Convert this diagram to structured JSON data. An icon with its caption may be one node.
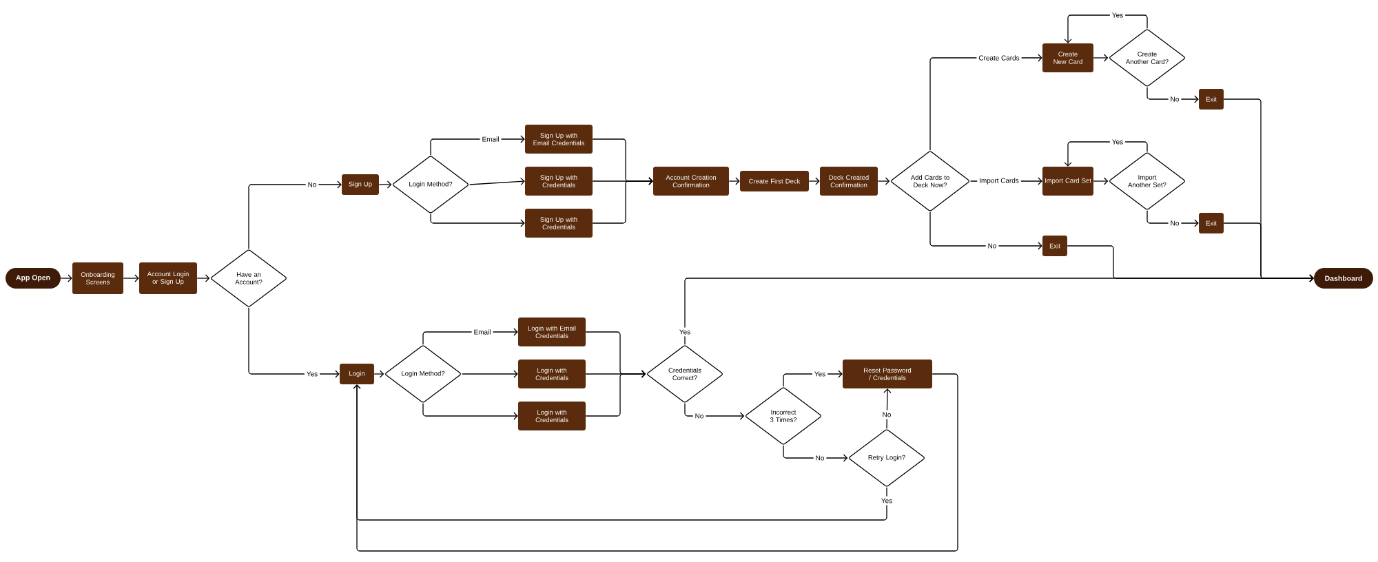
{
  "diagram": {
    "nodes": [
      {
        "text": [
          "App Open"
        ]
      },
      {
        "text": [
          "Onboarding Screens"
        ]
      },
      {
        "text": [
          "Account Login or Sign Up"
        ]
      },
      {
        "text": [
          "Have an Account?"
        ]
      },
      {
        "text": [
          "Sign Up"
        ]
      },
      {
        "text": [
          "Login Method?"
        ]
      },
      {
        "text": [
          "Sign Up with Email Credentials"
        ]
      },
      {
        "text": [
          "Sign Up with Credentials"
        ]
      },
      {
        "text": [
          "Sign Up with Credentials"
        ]
      },
      {
        "text": [
          "Account Creation Confirmation"
        ]
      },
      {
        "text": [
          "Create First Deck"
        ]
      },
      {
        "text": [
          "Deck Created Confirmation"
        ]
      },
      {
        "text": [
          "Add Cards to Deck Now?"
        ]
      },
      {
        "text": [
          "Create New Card"
        ]
      },
      {
        "text": [
          "Create Another Card?"
        ]
      },
      {
        "text": [
          "Exit"
        ]
      },
      {
        "text": [
          "Import Card Set"
        ]
      },
      {
        "text": [
          "Import Another Set?"
        ]
      },
      {
        "text": [
          "Exit"
        ]
      },
      {
        "text": [
          "Exit"
        ]
      },
      {
        "text": [
          "Dashboard"
        ]
      },
      {
        "text": [
          "Login"
        ]
      },
      {
        "text": [
          "Login Method?"
        ]
      },
      {
        "text": [
          "Login with Email Credentials"
        ]
      },
      {
        "text": [
          "Login with Credentials"
        ]
      },
      {
        "text": [
          "Login with Credentials"
        ]
      },
      {
        "text": [
          "Credentials Correct?"
        ]
      },
      {
        "text": [
          "Incorrect 3 Times?"
        ]
      },
      {
        "text": [
          "Reset Password / Credentials"
        ]
      },
      {
        "text": [
          "Retry Login?"
        ]
      }
    ],
    "edges": [
      {
        "from": 0,
        "to": 1,
        "arrow": "to"
      },
      {
        "from": 1,
        "to": 2,
        "arrow": "to"
      },
      {
        "from": 2,
        "to": 3,
        "arrow": "to"
      },
      {
        "from": 3,
        "to": 4,
        "arrow": "to",
        "label": "No"
      },
      {
        "from": 3,
        "to": 21,
        "arrow": "to",
        "label": "Yes"
      },
      {
        "from": 4,
        "to": 5,
        "arrow": "to"
      },
      {
        "from": 5,
        "to": 6,
        "arrow": "to",
        "label": "Email"
      },
      {
        "from": 5,
        "to": 7,
        "arrow": "to"
      },
      {
        "from": 5,
        "to": 8,
        "arrow": "to"
      },
      {
        "from": 6,
        "to": 9,
        "arrow": "to"
      },
      {
        "from": 7,
        "to": 9,
        "arrow": "to"
      },
      {
        "from": 8,
        "to": 9,
        "arrow": "to"
      },
      {
        "from": 9,
        "to": 10,
        "arrow": "to"
      },
      {
        "from": 10,
        "to": 11,
        "arrow": "to"
      },
      {
        "from": 11,
        "to": 12,
        "arrow": "to"
      },
      {
        "from": 12,
        "to": 13,
        "arrow": "to",
        "label": "Create Cards"
      },
      {
        "from": 12,
        "to": 16,
        "arrow": "to",
        "label": "Import Cards"
      },
      {
        "from": 12,
        "to": 19,
        "arrow": "to",
        "label": "No"
      },
      {
        "from": 13,
        "to": 14,
        "arrow": "to"
      },
      {
        "from": 14,
        "to": 13,
        "arrow": "to",
        "label": "Yes"
      },
      {
        "from": 14,
        "to": 15,
        "arrow": "to",
        "label": "No"
      },
      {
        "from": 16,
        "to": 17,
        "arrow": "to"
      },
      {
        "from": 17,
        "to": 16,
        "arrow": "to",
        "label": "Yes"
      },
      {
        "from": 17,
        "to": 18,
        "arrow": "to",
        "label": "No"
      },
      {
        "from": 15,
        "to": 20,
        "arrow": "to"
      },
      {
        "from": 18,
        "to": 20,
        "arrow": "to"
      },
      {
        "from": 19,
        "to": 20,
        "arrow": "to"
      },
      {
        "from": 26,
        "to": 20,
        "arrow": "to",
        "label": "Yes"
      },
      {
        "from": 21,
        "to": 22,
        "arrow": "to"
      },
      {
        "from": 22,
        "to": 23,
        "arrow": "to",
        "label": "Email"
      },
      {
        "from": 22,
        "to": 24,
        "arrow": "to"
      },
      {
        "from": 22,
        "to": 25,
        "arrow": "to"
      },
      {
        "from": 23,
        "to": 26,
        "arrow": "to"
      },
      {
        "from": 24,
        "to": 26,
        "arrow": "to"
      },
      {
        "from": 25,
        "to": 26,
        "arrow": "to"
      },
      {
        "from": 26,
        "to": 27,
        "arrow": "to",
        "label": "No"
      },
      {
        "from": 27,
        "to": 28,
        "arrow": "to",
        "label": "Yes"
      },
      {
        "from": 27,
        "to": 29,
        "arrow": "to",
        "label": "No"
      },
      {
        "from": 29,
        "to": 28,
        "arrow": "to",
        "label": "No"
      },
      {
        "from": 29,
        "to": 21,
        "arrow": "to",
        "label": "Yes"
      },
      {
        "from": 28,
        "to": 21,
        "arrow": "to"
      }
    ]
  }
}
